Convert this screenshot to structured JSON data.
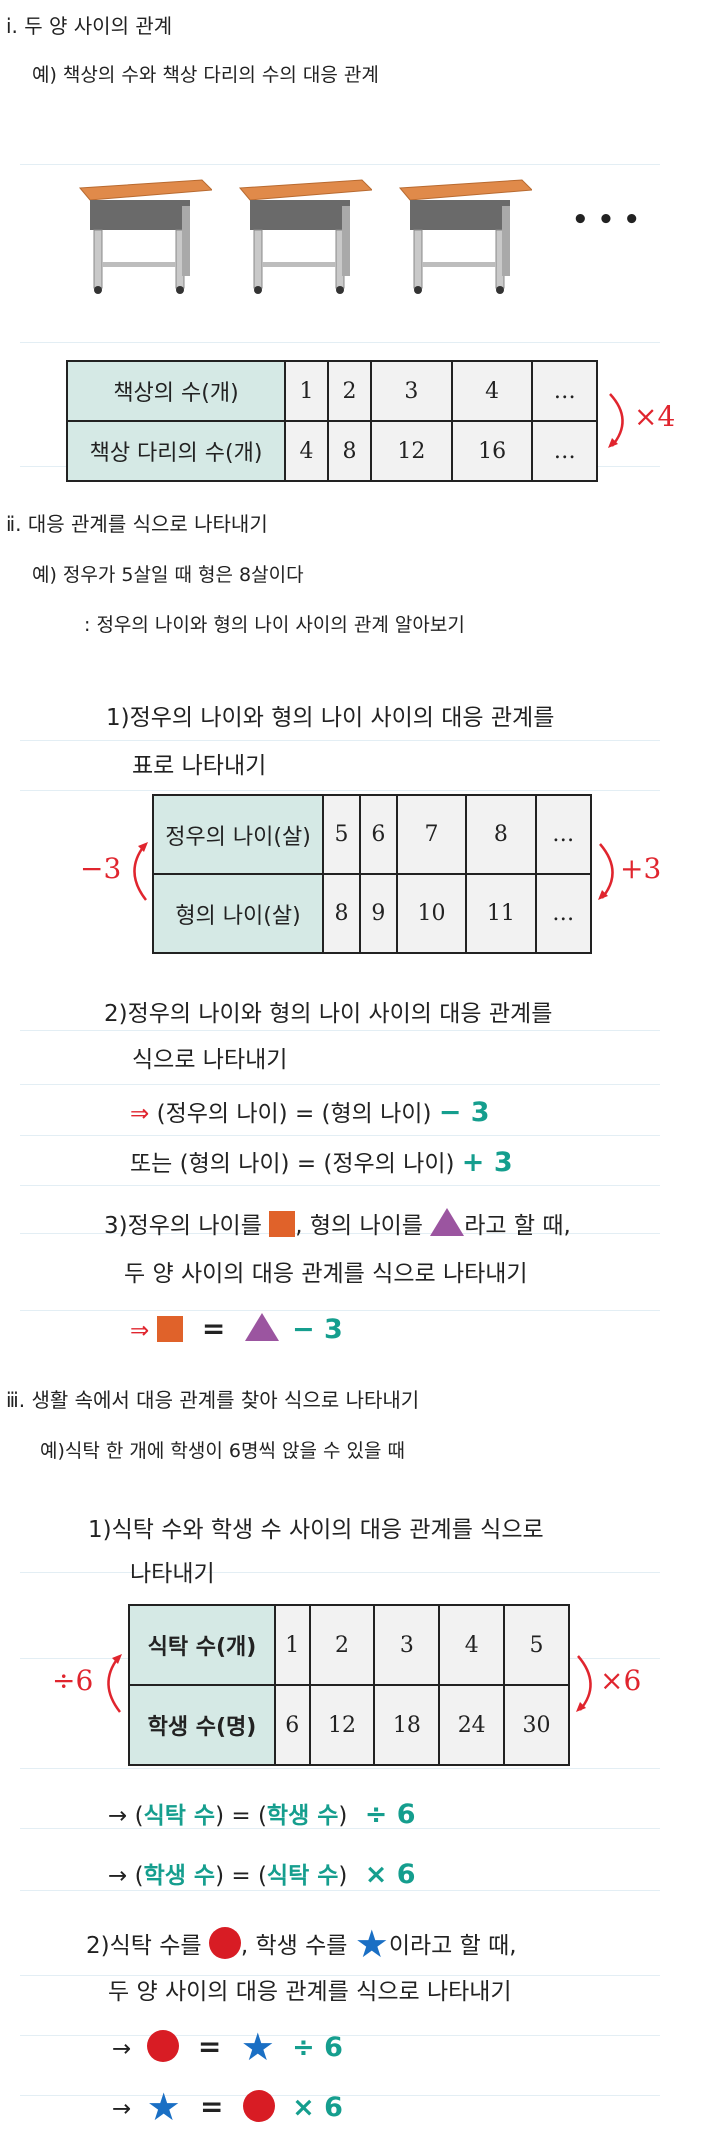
{
  "sec1": {
    "title": "ⅰ. 두 양 사이의 관계",
    "example": "예) 책상의 수와 책상 다리의 수의 대응 관계",
    "ellipsis": "• • •",
    "table": {
      "row1_header": "책상의 수(개)",
      "row1": [
        "1",
        "2",
        "3",
        "4",
        "…"
      ],
      "row2_header": "책상 다리의 수(개)",
      "row2": [
        "4",
        "8",
        "12",
        "16",
        "…"
      ]
    },
    "arrow_right": "×4"
  },
  "sec2": {
    "title": "ⅱ. 대응 관계를 식으로 나타내기",
    "example": "예) 정우가 5살일 때 형은 8살이다",
    "sub": ": 정우의 나이와 형의 나이 사이의 관계 알아보기",
    "step1_line1": "1)정우의 나이와 형의 나이 사이의 대응 관계를",
    "step1_line2": "표로 나타내기",
    "table": {
      "row1_header": "정우의 나이(살)",
      "row1": [
        "5",
        "6",
        "7",
        "8",
        "…"
      ],
      "row2_header": "형의 나이(살)",
      "row2": [
        "8",
        "9",
        "10",
        "11",
        "…"
      ]
    },
    "arrow_left": "−3",
    "arrow_right": "+3",
    "step2_line1": "2)정우의 나이와 형의 나이 사이의 대응 관계를",
    "step2_line2": "식으로 나타내기",
    "eq1_arrow": "⇒",
    "eq1_text": "(정우의 나이) = (형의 나이)",
    "eq1_op": "− 3",
    "eq2_text": "또는 (형의 나이) = (정우의 나이)",
    "eq2_op": "+ 3",
    "step3_a": "3)정우의 나이를",
    "step3_b": ", 형의 나이를",
    "step3_c": "라고 할 때,",
    "step3_line2": "두 양 사이의 대응 관계를 식으로 나타내기",
    "eq3_arrow": "⇒",
    "eq3_eq": "=",
    "eq3_op": "− 3"
  },
  "sec3": {
    "title": "ⅲ. 생활 속에서 대응 관계를 찾아 식으로 나타내기",
    "example": "예)식탁 한 개에 학생이 6명씩 앉을 수 있을 때",
    "step1_line1": "1)식탁 수와 학생 수 사이의 대응 관계를 식으로",
    "step1_line2": "나타내기",
    "table": {
      "row1_header": "식탁 수(개)",
      "row1": [
        "1",
        "2",
        "3",
        "4",
        "5"
      ],
      "row2_header": "학생 수(명)",
      "row2": [
        "6",
        "12",
        "18",
        "24",
        "30"
      ]
    },
    "arrow_left": "÷6",
    "arrow_right": "×6",
    "eqA": {
      "arrow": "→",
      "open1": "(",
      "a": "식탁 수",
      "close1": ") = (",
      "b": "학생 수",
      "close2": ")",
      "op": "÷ 6"
    },
    "eqB": {
      "arrow": "→",
      "open1": "(",
      "a": "학생 수",
      "close1": ") = (",
      "b": "식탁 수",
      "close2": ")",
      "op": "× 6"
    },
    "step2_a": "2)식탁 수를",
    "step2_b": ", 학생 수를",
    "step2_c": "이라고 할 때,",
    "step2_line2": "두 양 사이의 대응 관계를 식으로 나타내기",
    "eqC": {
      "arrow": "→",
      "eq": "=",
      "op": "÷ 6"
    },
    "eqD": {
      "arrow": "→",
      "eq": "=",
      "op": "× 6"
    }
  },
  "colors": {
    "red": "#e0252e",
    "teal": "#159e8e",
    "square": "#e0622a",
    "triangle": "#9b55a0",
    "circle": "#d81c24",
    "star": "#1a6fc4",
    "header_bg": "#d5e9e5"
  }
}
